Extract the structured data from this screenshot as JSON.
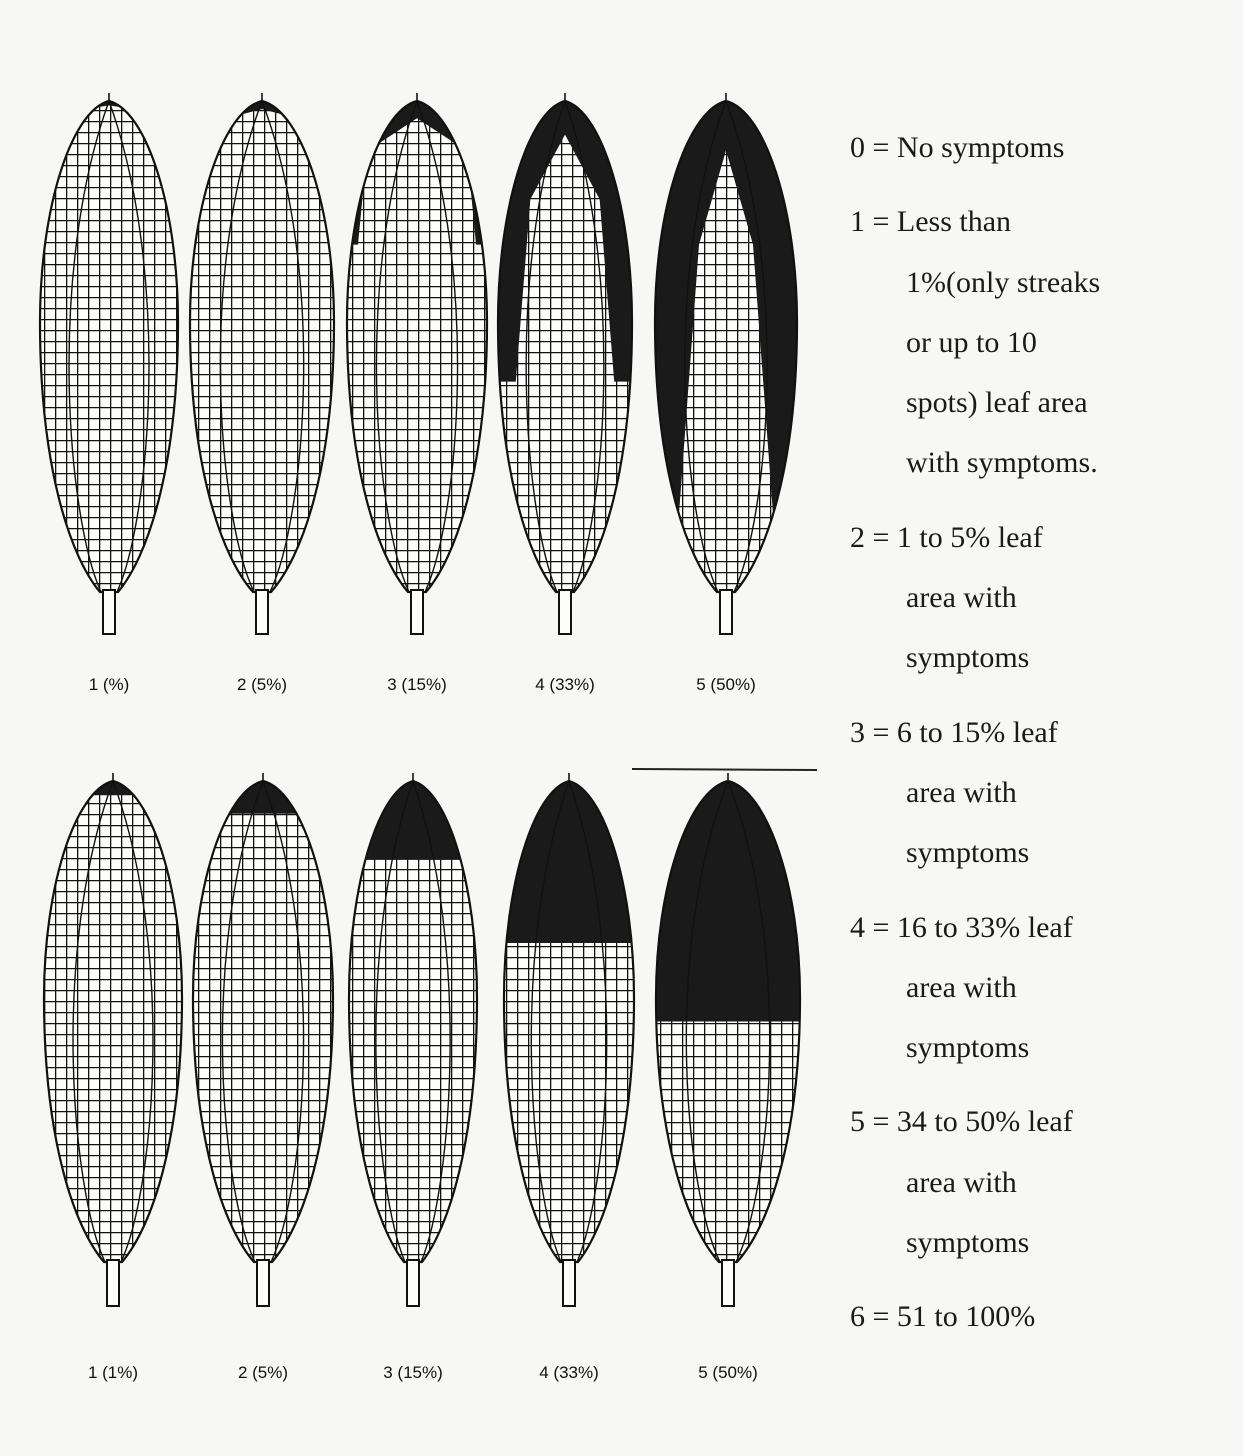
{
  "top_row": {
    "leaves": [
      {
        "caption": "1 (%)",
        "severity_percent": 1
      },
      {
        "caption": "2 (5%)",
        "severity_percent": 5
      },
      {
        "caption": "3 (15%)",
        "severity_percent": 15
      },
      {
        "caption": "4 (33%)",
        "severity_percent": 33
      },
      {
        "caption": "5 (50%)",
        "severity_percent": 50
      }
    ]
  },
  "bottom_row": {
    "leaves": [
      {
        "caption": "1 (1%)",
        "severity_percent": 1
      },
      {
        "caption": "2 (5%)",
        "severity_percent": 5
      },
      {
        "caption": "3 (15%)",
        "severity_percent": 15
      },
      {
        "caption": "4 (33%)",
        "severity_percent": 33
      },
      {
        "caption": "5 (50%)",
        "severity_percent": 50
      }
    ]
  },
  "legend": [
    {
      "lines": [
        "0 = No symptoms"
      ]
    },
    {
      "lines": [
        "1 = Less than",
        "1%(only streaks",
        "or up to 10",
        "spots) leaf area",
        "with symptoms."
      ]
    },
    {
      "lines": [
        "2 = 1 to 5% leaf",
        "area with",
        "symptoms"
      ]
    },
    {
      "lines": [
        "3 = 6 to 15% leaf",
        "area with",
        "symptoms"
      ]
    },
    {
      "lines": [
        "4 = 16 to 33% leaf",
        "area with",
        "symptoms"
      ]
    },
    {
      "lines": [
        "5 = 34 to 50% leaf",
        "area with",
        "symptoms"
      ]
    },
    {
      "lines": [
        "6 = 51 to 100%"
      ]
    }
  ],
  "colors": {
    "ink": "#1a1a1a",
    "paper": "#f7f7f5",
    "grid": "#111111"
  }
}
